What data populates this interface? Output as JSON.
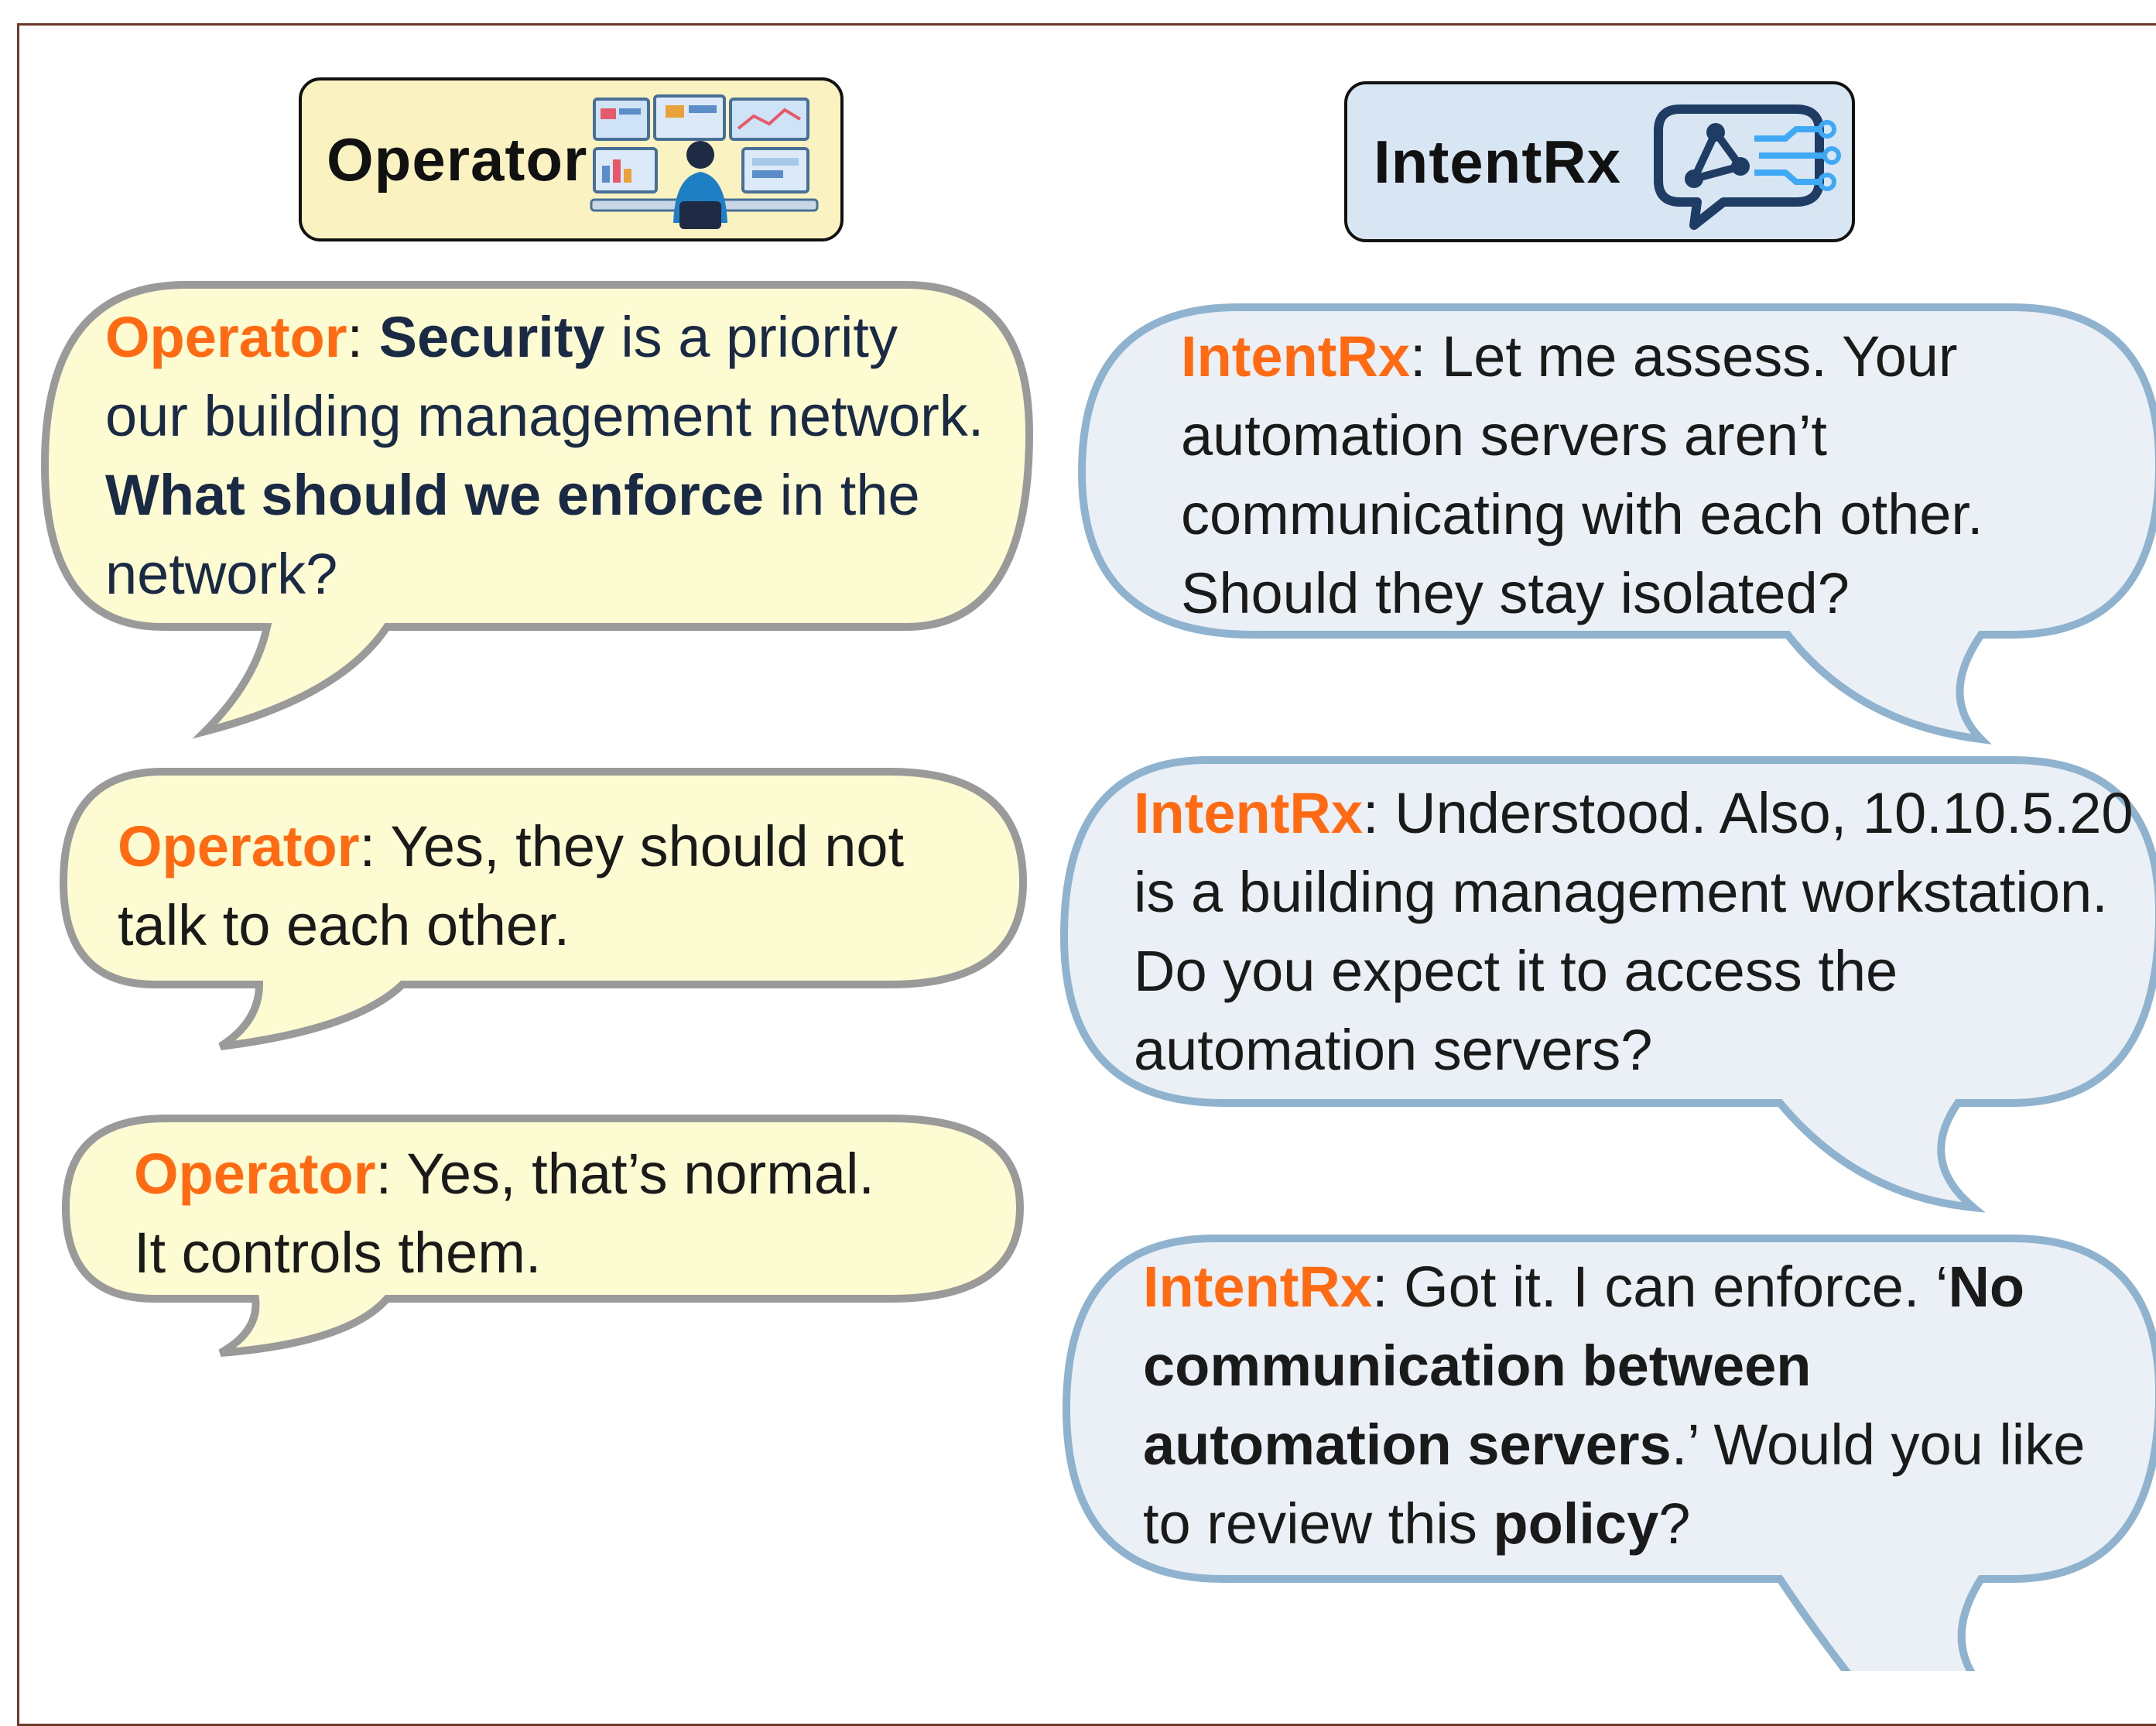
{
  "headers": {
    "operator": "Operator",
    "intentrx": "IntentRx"
  },
  "messages": {
    "op1": {
      "speaker": "Operator",
      "sep": ": ",
      "t1": "Security",
      "t2": " is a priority our building management network. ",
      "t3": "What should we enforce",
      "t4": " in the network?"
    },
    "ix1": {
      "speaker": "IntentRx",
      "sep": ": ",
      "text": "Let me assess. Your automation servers aren’t communicating with each other. Should they stay isolated?"
    },
    "op2": {
      "speaker": "Operator",
      "sep": ": ",
      "text": "Yes, they should not talk to each other."
    },
    "ix2": {
      "speaker": "IntentRx",
      "sep": ": ",
      "text": "Understood. Also, 10.10.5.20 is a building management workstation. Do you expect it to access the automation servers?"
    },
    "op3": {
      "speaker": "Operator",
      "sep": ": ",
      "text": "Yes, that’s normal. It controls them."
    },
    "ix3": {
      "speaker": "IntentRx",
      "sep": ": ",
      "t1": "Got it. I can enforce. ‘",
      "t2": "No communication between automation servers",
      "t3": ".’ Would you like to review this ",
      "t4": "policy",
      "t5": "?"
    }
  },
  "colors": {
    "operator_bubble_fill": "#fdfbd2",
    "operator_bubble_stroke": "#9a9a9a",
    "intentrx_bubble_fill": "#eaf0f5",
    "intentrx_bubble_stroke": "#8fb3cf",
    "speaker_label": "#ff6a13",
    "operator_header_fill": "#fbf2c2",
    "intentrx_header_fill": "#d8e6f3",
    "frame_border": "#6b3a2a"
  },
  "icons": {
    "operator": "operator-monitoring-icon",
    "intentrx": "chat-network-icon"
  }
}
